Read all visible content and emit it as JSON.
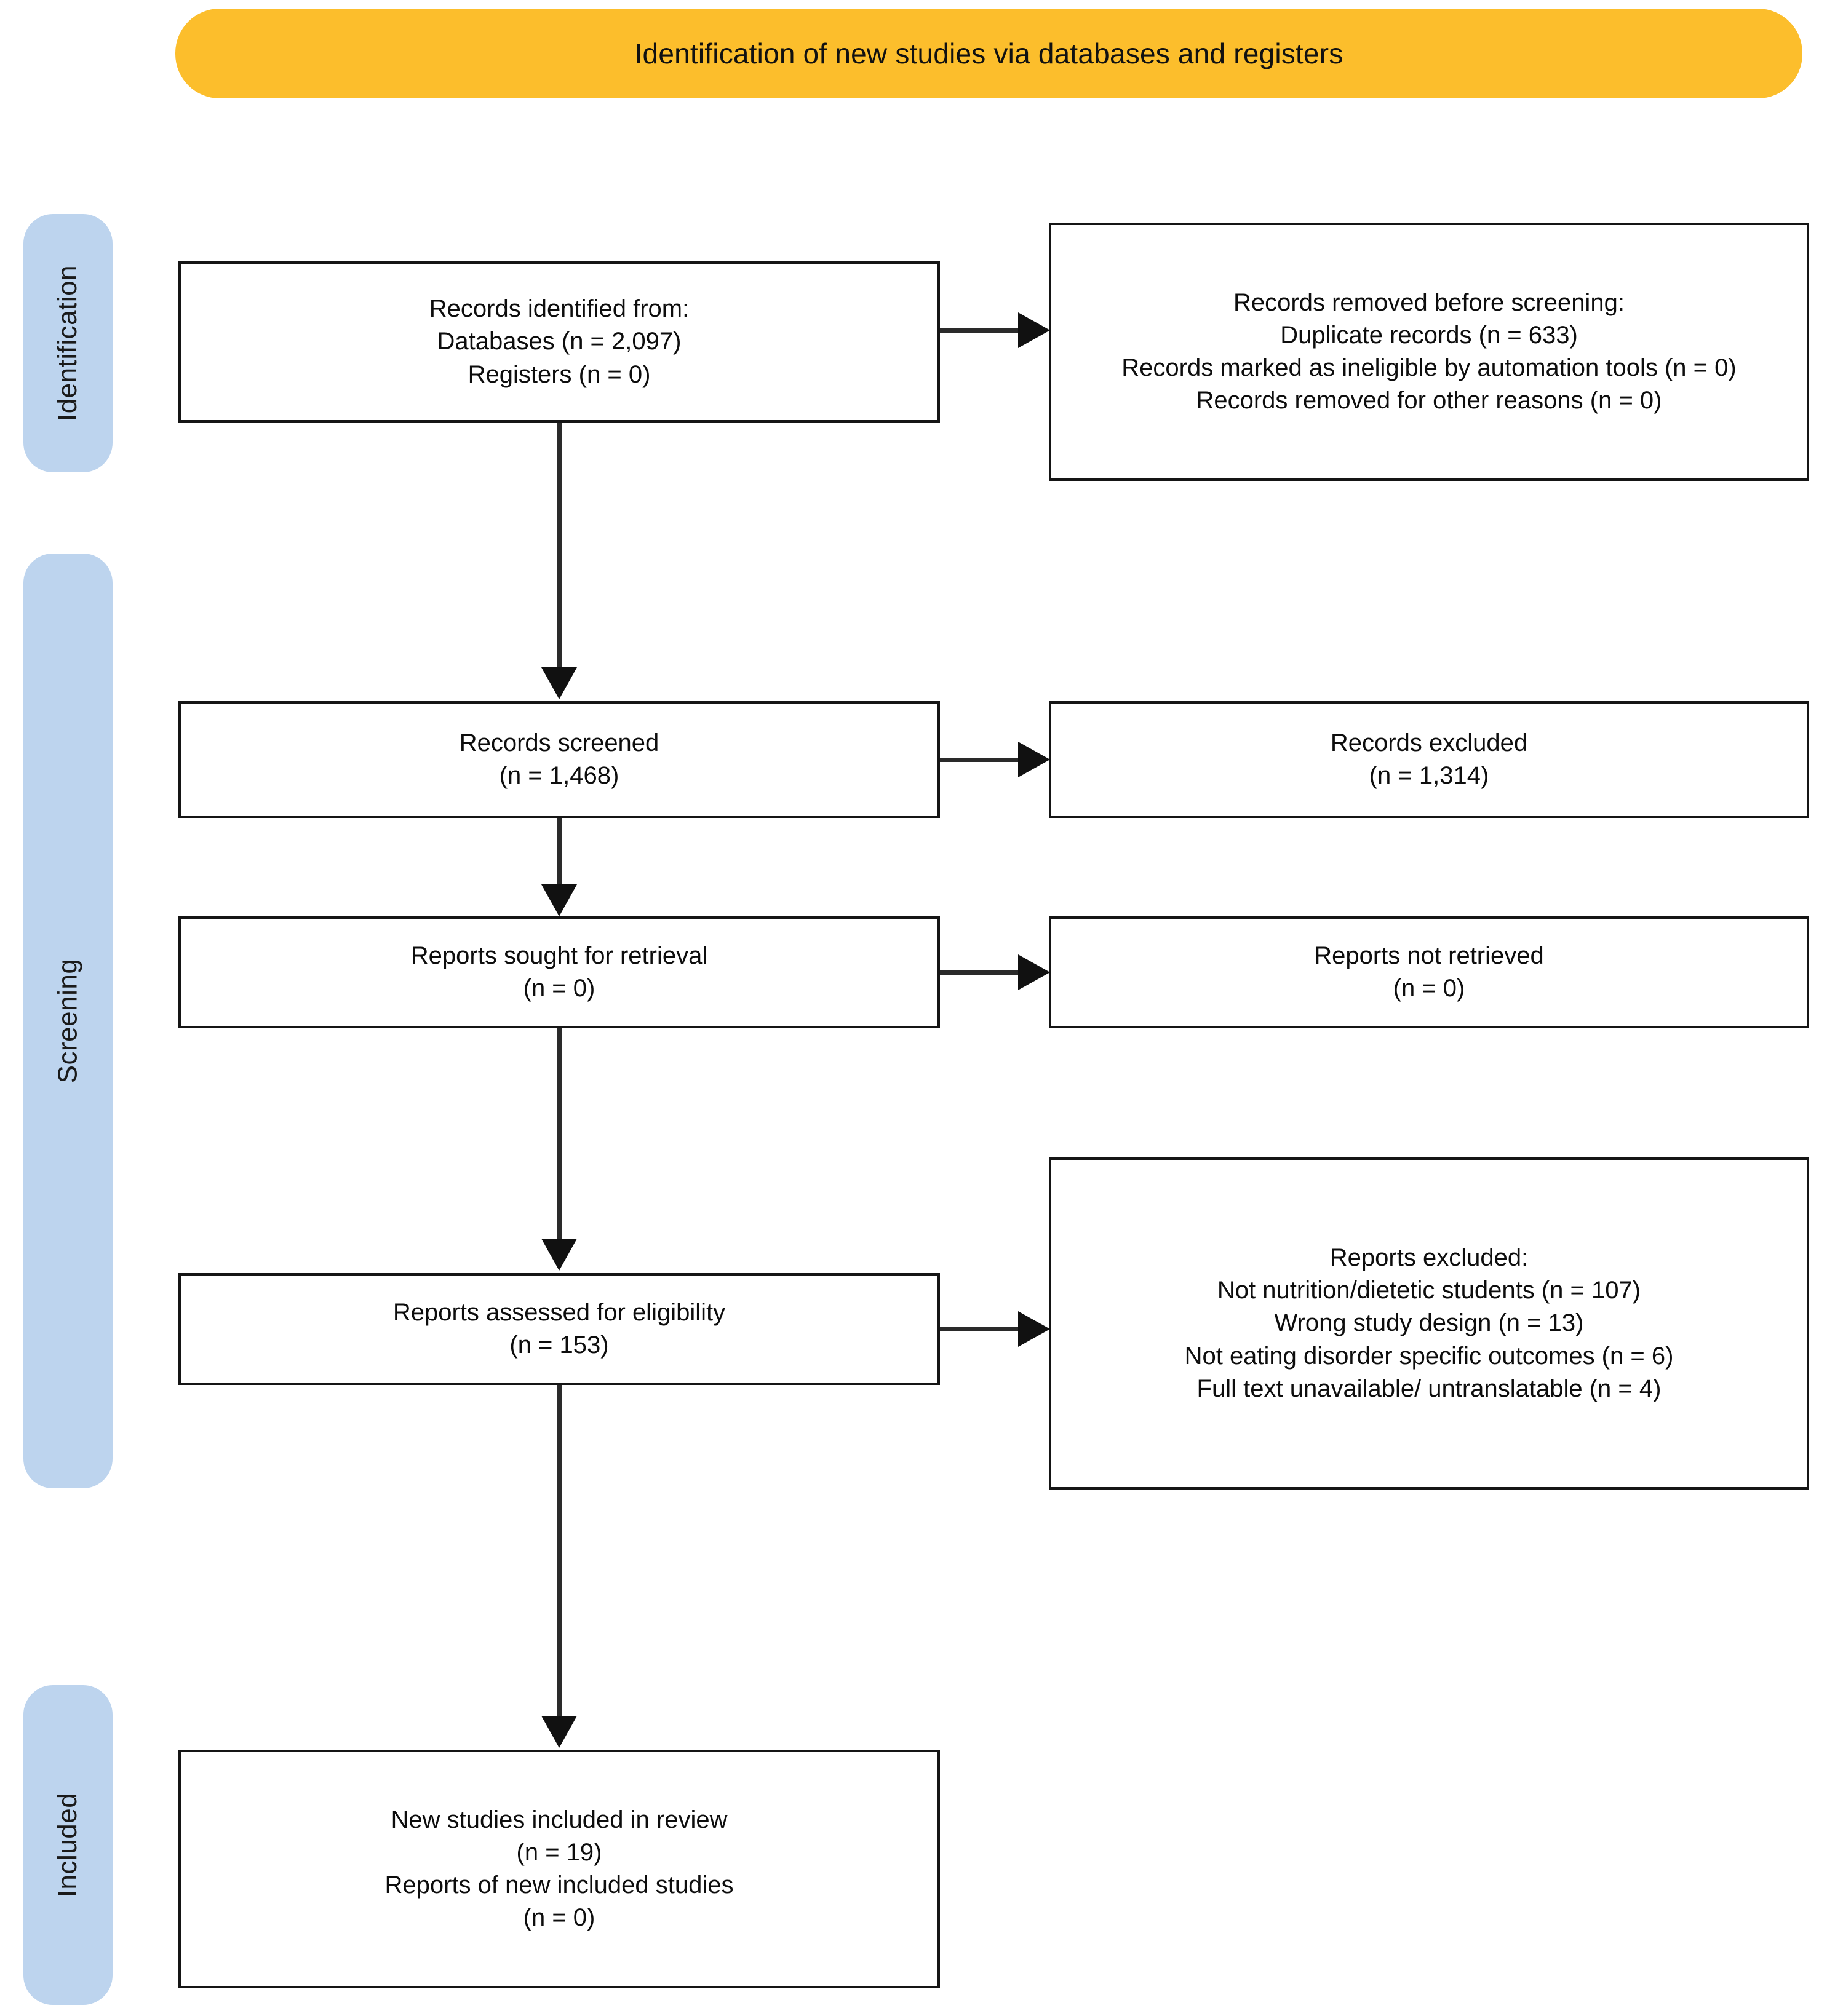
{
  "header": {
    "title": "Identification of new studies via databases and registers",
    "bg_color": "#FCBE2C"
  },
  "stages": {
    "band_color": "#BDD4EE",
    "identification": "Identification",
    "screening": "Screening",
    "included": "Included"
  },
  "boxes": {
    "identified": "Records identified from:\nDatabases (n = 2,097)\nRegisters (n = 0)",
    "removed_before_screening": "Records removed before screening:\nDuplicate records (n = 633)\nRecords marked as ineligible by automation tools (n = 0)\nRecords removed for other reasons (n = 0)",
    "records_screened": "Records screened\n(n = 1,468)",
    "records_excluded": "Records excluded\n(n = 1,314)",
    "reports_sought": "Reports sought for retrieval\n(n = 0)",
    "reports_not_retrieved": "Reports not retrieved\n(n = 0)",
    "reports_assessed": "Reports assessed for eligibility\n(n = 153)",
    "reports_excluded": "Reports excluded:\nNot nutrition/dietetic students (n =  107)\nWrong study design (n =  13)\nNot eating disorder specific outcomes (n =  6)\nFull text unavailable/ untranslatable (n =  4)",
    "new_studies_included": "New studies included in review\n(n = 19)\nReports of new included studies\n(n = 0)"
  },
  "chart_data": {
    "type": "table",
    "title": "Identification of new studies via databases and registers",
    "nodes": [
      {
        "id": "identified",
        "stage": "Identification",
        "label": "Records identified from",
        "databases": 2097,
        "registers": 0
      },
      {
        "id": "removed_before_screening",
        "stage": "Identification",
        "label": "Records removed before screening",
        "duplicate_records": 633,
        "ineligible_by_automation_tools": 0,
        "removed_other_reasons": 0
      },
      {
        "id": "records_screened",
        "stage": "Screening",
        "label": "Records screened",
        "n": 1468
      },
      {
        "id": "records_excluded",
        "stage": "Screening",
        "label": "Records excluded",
        "n": 1314
      },
      {
        "id": "reports_sought",
        "stage": "Screening",
        "label": "Reports sought for retrieval",
        "n": 0
      },
      {
        "id": "reports_not_retrieved",
        "stage": "Screening",
        "label": "Reports not retrieved",
        "n": 0
      },
      {
        "id": "reports_assessed",
        "stage": "Screening",
        "label": "Reports assessed for eligibility",
        "n": 153
      },
      {
        "id": "reports_excluded",
        "stage": "Screening",
        "label": "Reports excluded",
        "not_nutrition_dietetic_students": 107,
        "wrong_study_design": 13,
        "not_eating_disorder_specific_outcomes": 6,
        "full_text_unavailable_untranslatable": 4
      },
      {
        "id": "new_studies_included",
        "stage": "Included",
        "label": "New studies included in review",
        "new_studies": 19,
        "reports_of_new_included_studies": 0
      }
    ],
    "edges": [
      {
        "from": "identified",
        "to": "removed_before_screening",
        "direction": "right"
      },
      {
        "from": "identified",
        "to": "records_screened",
        "direction": "down"
      },
      {
        "from": "records_screened",
        "to": "records_excluded",
        "direction": "right"
      },
      {
        "from": "records_screened",
        "to": "reports_sought",
        "direction": "down"
      },
      {
        "from": "reports_sought",
        "to": "reports_not_retrieved",
        "direction": "right"
      },
      {
        "from": "reports_sought",
        "to": "reports_assessed",
        "direction": "down"
      },
      {
        "from": "reports_assessed",
        "to": "reports_excluded",
        "direction": "right"
      },
      {
        "from": "reports_assessed",
        "to": "new_studies_included",
        "direction": "down"
      }
    ]
  }
}
